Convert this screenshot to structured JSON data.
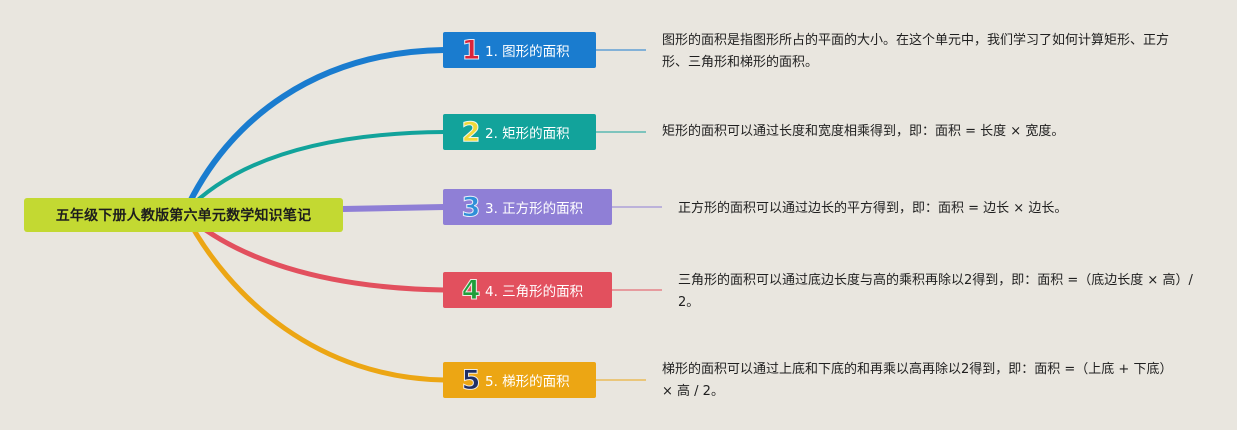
{
  "root": {
    "label": "五年级下册人教版第六单元数学知识笔记",
    "color": "#c3d932"
  },
  "branches": [
    {
      "number": "1",
      "label": "1. 图形的面积",
      "color": "#1a7ccf",
      "number_color": "#d9233a",
      "note": "图形的面积是指图形所占的平面的大小。在这个单元中，我们学习了如何计算矩形、正方形、三角形和梯形的面积。"
    },
    {
      "number": "2",
      "label": "2. 矩形的面积",
      "color": "#12a39b",
      "number_color": "#f0d93a",
      "note": "矩形的面积可以通过长度和宽度相乘得到，即：面积 = 长度 × 宽度。"
    },
    {
      "number": "3",
      "label": "3. 正方形的面积",
      "color": "#8f7fd6",
      "number_color": "#2f8fd8",
      "note": "正方形的面积可以通过边长的平方得到，即：面积 = 边长 × 边长。"
    },
    {
      "number": "4",
      "label": "4. 三角形的面积",
      "color": "#e2505e",
      "number_color": "#1f9e3a",
      "note": "三角形的面积可以通过底边长度与高的乘积再除以2得到，即：面积 =（底边长度 × 高）/ 2。"
    },
    {
      "number": "5",
      "label": "5. 梯形的面积",
      "color": "#eca614",
      "number_color": "#1f2f66",
      "note": "梯形的面积可以通过上底和下底的和再乘以高再除以2得到，即：面积 =（上底 + 下底）× 高 / 2。"
    }
  ]
}
